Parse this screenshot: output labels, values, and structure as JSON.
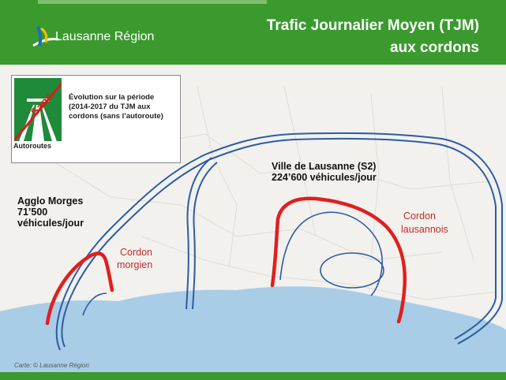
{
  "header": {
    "logo_text": "Lausanne Région",
    "title_line1": "Trafic Journalier Moyen (TJM)",
    "title_line2": "aux cordons"
  },
  "legend": {
    "sign_stamp": "Sans",
    "sign_label": "Autoroutes",
    "text": "Évolution sur la période (2014-2017 du TJM aux cordons (sans l’autoroute)"
  },
  "labels": {
    "morges_line1": "Agglo Morges",
    "morges_line2": "71’500",
    "morges_line3": "véhicules/jour",
    "lausanne_line1": "Ville de Lausanne (S2)",
    "lausanne_line2": "224’600 véhicules/jour"
  },
  "cordons": {
    "morgien_line1": "Cordon",
    "morgien_line2": "morgien",
    "lausannois_line1": "Cordon",
    "lausannois_line2": "lausannois"
  },
  "credit": "Carte: © Lausanne Région",
  "colors": {
    "header_green": "#3a9a2e",
    "highway_blue": "#2d5ba3",
    "cordon_red": "#e01f1f",
    "lake_blue": "#a9cde6"
  }
}
